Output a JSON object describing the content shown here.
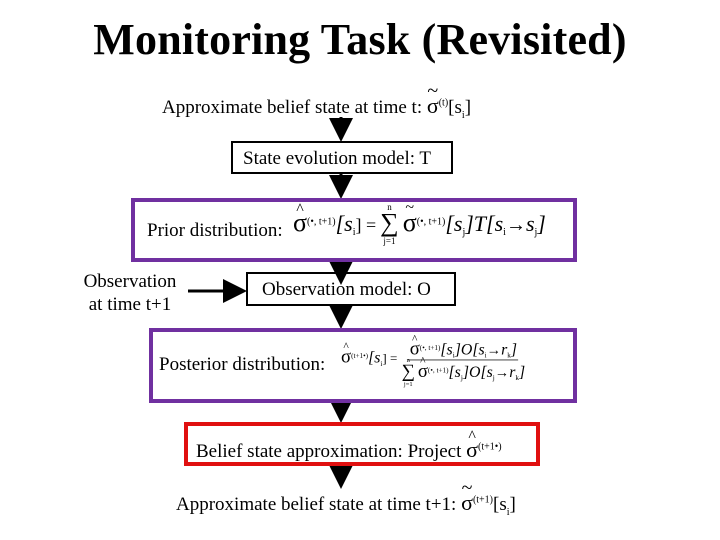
{
  "title": "Monitoring Task (Revisited)",
  "approx_t": {
    "label": "Approximate belief state at time t:",
    "sigma": "σ",
    "tilde": "~",
    "sup": "(t)",
    "arg_open": "[s",
    "arg_sub": "i",
    "arg_close": "]"
  },
  "state_evolution": {
    "label": "State evolution model: T"
  },
  "prior": {
    "label": "Prior distribution:",
    "lhs_sup": "(•, t+1)",
    "lhs_arg": "[s",
    "lhs_sub": "i",
    "eq": "] =",
    "sum_top": "n",
    "sum_bot": "j=1",
    "rhs_sup": "(•, t+1)",
    "rhs_arg": "[s",
    "rhs_sub": "j",
    "trans": "]T[s",
    "trans_sub1": "i",
    "arrow": "→",
    "trans_sub2": "j",
    "close": "]"
  },
  "observation": {
    "line1": "Observation",
    "line2": "at time t+1"
  },
  "obs_model": {
    "label": "Observation model: O"
  },
  "posterior": {
    "label": "Posterior distribution:",
    "lhs_sup": "(t+1•)",
    "lhs_arg": "[s",
    "lhs_sub": "i",
    "eq": "] =",
    "num_sup": "(•, t+1)",
    "num_arg": "[s",
    "num_sub": "i",
    "num_o": "]O[s",
    "num_o_sub": "i",
    "arrow": "→",
    "num_r": "r",
    "num_r_sub": "k",
    "sum_top": "n",
    "sum_bot": "j=1",
    "den_sup": "(•, t+1)",
    "den_arg": "[s",
    "den_sub": "j",
    "den_o": "]O[s",
    "den_o_sub": "j",
    "den_r": "r",
    "den_r_sub": "k"
  },
  "belief_approx": {
    "label": "Belief state approximation: Project",
    "sup": "(t+1•)"
  },
  "approx_t1": {
    "label": "Approximate belief state at time t+1:",
    "sup": "(t+1)",
    "arg_open": "[s",
    "arg_sub": "i",
    "arg_close": "]"
  },
  "colors": {
    "purple": "#7030a0",
    "red": "#e01010",
    "black": "#000000"
  }
}
